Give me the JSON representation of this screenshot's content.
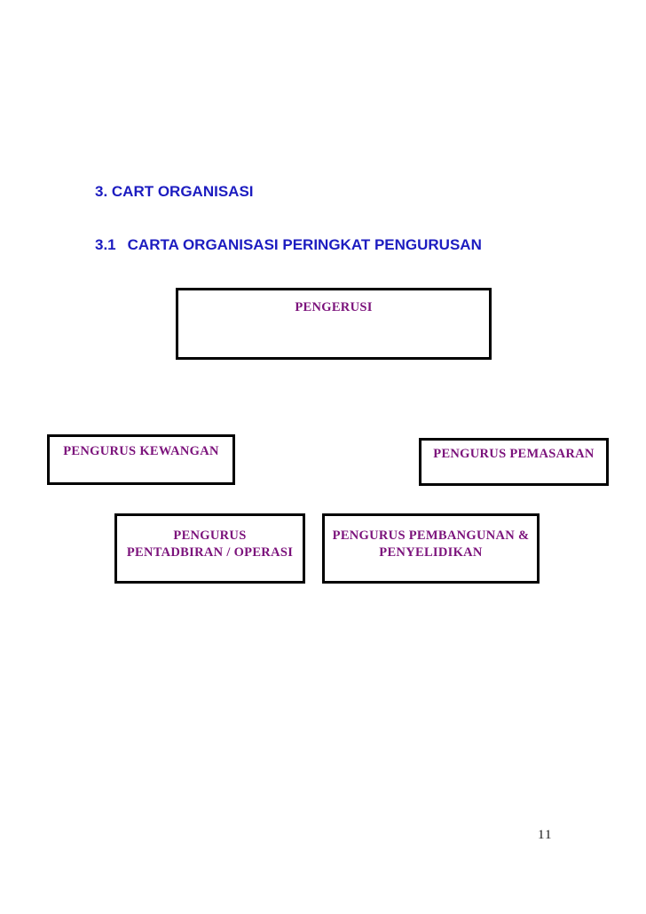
{
  "document": {
    "section_heading": "3. CART ORGANISASI",
    "subsection_number": "3.1",
    "subsection_title": "CARTA ORGANISASI PERINGKAT PENGURUSAN",
    "page_number": "11"
  },
  "colors": {
    "heading_text": "#1c1cc0",
    "node_text": "#7b127b",
    "node_border": "#000000",
    "page_background": "#ffffff"
  },
  "org_chart": {
    "title": "CARTA ORGANISASI PERINGKAT PENGURUSAN",
    "nodes": [
      {
        "id": "pengerusi",
        "level": 1,
        "lines": [
          "PENGERUSI"
        ]
      },
      {
        "id": "kewangan",
        "level": 2,
        "lines": [
          "PENGURUS KEWANGAN"
        ]
      },
      {
        "id": "pemasaran",
        "level": 2,
        "lines": [
          "PENGURUS PEMASARAN"
        ]
      },
      {
        "id": "pentadbiran",
        "level": 3,
        "lines": [
          "PENGURUS",
          "PENTADBIRAN / OPERASI"
        ]
      },
      {
        "id": "pembangunan",
        "level": 3,
        "lines": [
          "PENGURUS PEMBANGUNAN &",
          "PENYELIDIKAN"
        ]
      }
    ]
  }
}
